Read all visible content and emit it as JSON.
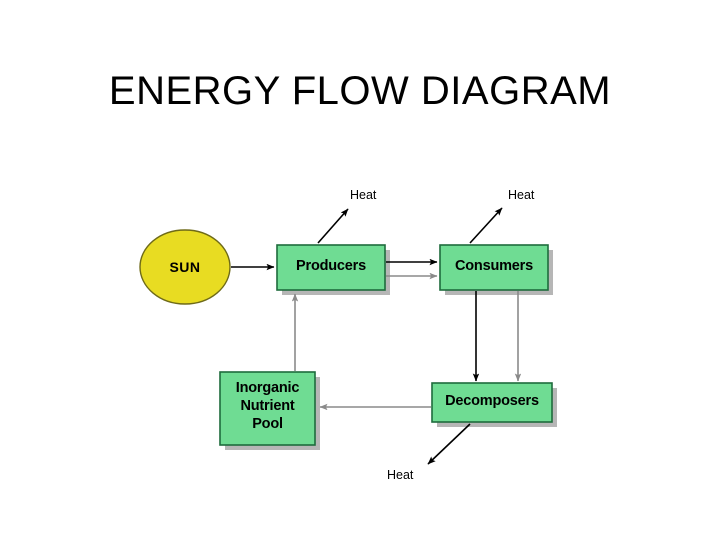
{
  "slide": {
    "title": "ENERGY FLOW DIAGRAM",
    "background_color": "#ffffff"
  },
  "diagram": {
    "type": "energy-flow-diagram",
    "colors": {
      "box_fill": "#6FDC93",
      "box_border": "#1E6B3C",
      "box_shadow": "#7a7a7a",
      "sun_fill": "#E8DC22",
      "sun_border": "#6E6A18",
      "energy_arrow": "#000000",
      "nutrient_arrow": "#8a8a8a",
      "label_text": "#000000"
    },
    "nodes": [
      {
        "id": "sun",
        "label": "SUN",
        "shape": "ellipse",
        "fill": "#E8DC22"
      },
      {
        "id": "producers",
        "label": "Producers",
        "shape": "box",
        "fill": "#6FDC93"
      },
      {
        "id": "consumers",
        "label": "Consumers",
        "shape": "box",
        "fill": "#6FDC93"
      },
      {
        "id": "decomposers",
        "label": "Decomposers",
        "shape": "box",
        "fill": "#6FDC93"
      },
      {
        "id": "nutrient-pool",
        "label": "Inorganic Nutrient Pool",
        "label_lines": [
          "Inorganic",
          "Nutrient",
          "Pool"
        ],
        "shape": "box",
        "fill": "#6FDC93"
      }
    ],
    "heat_labels": [
      {
        "id": "heat-producers",
        "label": "Heat"
      },
      {
        "id": "heat-consumers",
        "label": "Heat"
      },
      {
        "id": "heat-decomposers",
        "label": "Heat"
      }
    ],
    "edges": [
      {
        "from": "sun",
        "to": "producers",
        "kind": "energy",
        "color": "#000000"
      },
      {
        "from": "producers",
        "to": "consumers",
        "kind": "energy",
        "color": "#000000"
      },
      {
        "from": "producers",
        "to": "consumers",
        "kind": "nutrient",
        "color": "#8a8a8a"
      },
      {
        "from": "producers",
        "to": "heat-producers",
        "kind": "heat",
        "color": "#000000"
      },
      {
        "from": "consumers",
        "to": "heat-consumers",
        "kind": "heat",
        "color": "#000000"
      },
      {
        "from": "consumers",
        "to": "decomposers",
        "kind": "energy",
        "color": "#000000"
      },
      {
        "from": "consumers",
        "to": "decomposers",
        "kind": "nutrient",
        "color": "#8a8a8a"
      },
      {
        "from": "decomposers",
        "to": "heat-decomposers",
        "kind": "heat",
        "color": "#000000"
      },
      {
        "from": "decomposers",
        "to": "nutrient-pool",
        "kind": "nutrient",
        "color": "#8a8a8a"
      },
      {
        "from": "nutrient-pool",
        "to": "producers",
        "kind": "nutrient",
        "color": "#8a8a8a"
      }
    ]
  }
}
